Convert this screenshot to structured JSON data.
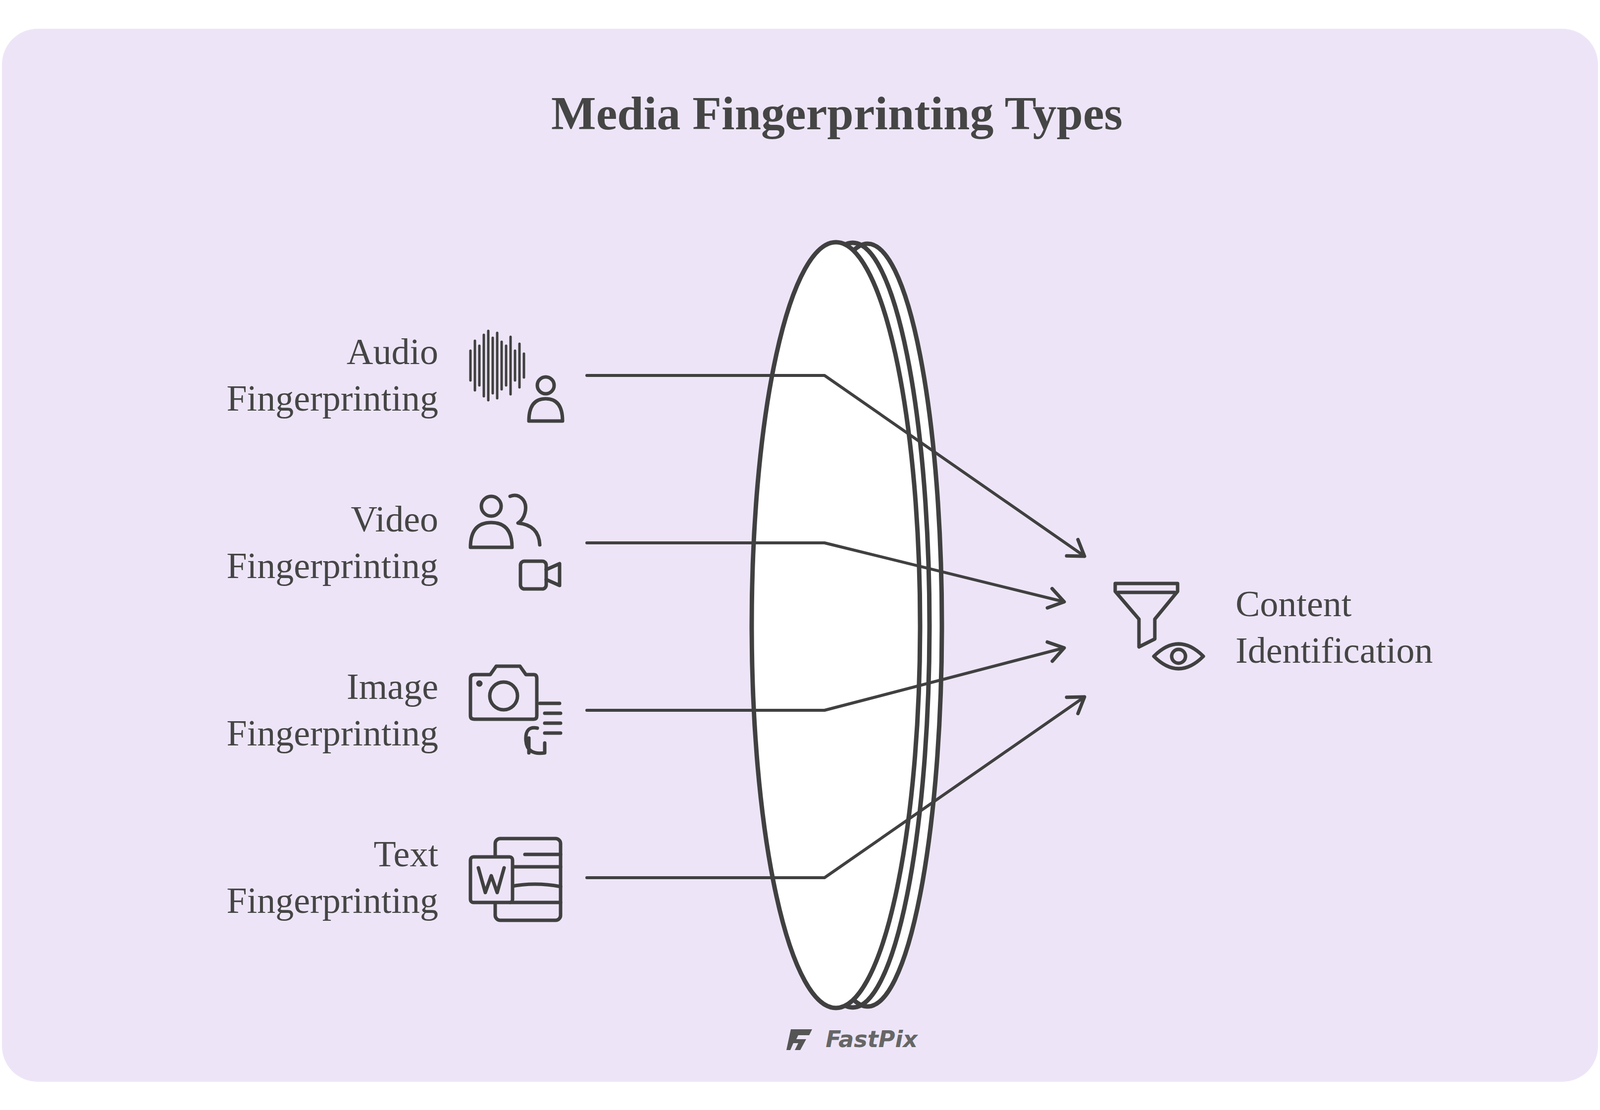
{
  "diagram": {
    "title": "Media Fingerprinting Types",
    "nodes": [
      {
        "text": [
          "Audio Fingerprinting"
        ]
      },
      {
        "text": [
          "Video Fingerprinting"
        ]
      },
      {
        "text": [
          "Image Fingerprinting"
        ]
      },
      {
        "text": [
          "Text Fingerprinting"
        ]
      },
      {
        "text": [
          "Content Identification"
        ]
      }
    ],
    "edges": [
      {
        "from": 0,
        "to": 4,
        "arrow": "to"
      },
      {
        "from": 1,
        "to": 4,
        "arrow": "to"
      },
      {
        "from": 2,
        "to": 4,
        "arrow": "to"
      },
      {
        "from": 3,
        "to": 4,
        "arrow": "to"
      }
    ],
    "labels": [
      "FastPix"
    ]
  }
}
